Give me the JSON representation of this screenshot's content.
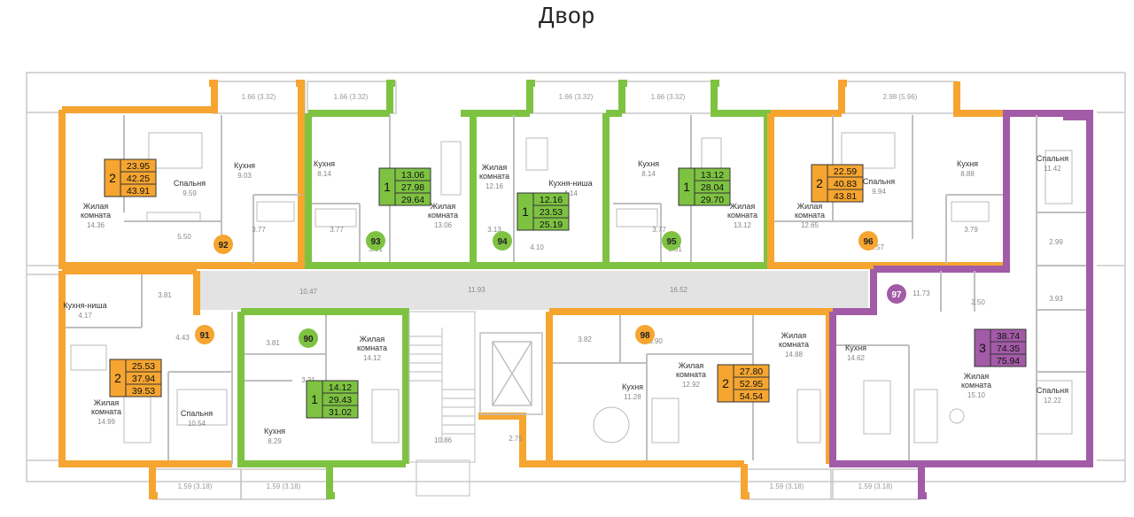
{
  "title": "Двор",
  "colors": {
    "orange": "#f5a530",
    "green": "#7ec242",
    "purple": "#a25ba6",
    "wall": "#bfbfbf",
    "corridor": "#e3e3e3"
  },
  "apartments": [
    {
      "id": "apt-92",
      "number": "92",
      "rooms": "2",
      "areas": [
        "23.95",
        "42.25",
        "43.91"
      ],
      "color": "orange"
    },
    {
      "id": "apt-93",
      "number": "93",
      "rooms": "1",
      "areas": [
        "13.06",
        "27.98",
        "29.64"
      ],
      "color": "green"
    },
    {
      "id": "apt-94",
      "number": "94",
      "rooms": "1",
      "areas": [
        "12.16",
        "23.53",
        "25.19"
      ],
      "color": "green"
    },
    {
      "id": "apt-95",
      "number": "95",
      "rooms": "1",
      "areas": [
        "13.12",
        "28.04",
        "29.70"
      ],
      "color": "green"
    },
    {
      "id": "apt-96",
      "number": "96",
      "rooms": "2",
      "areas": [
        "22.59",
        "40.83",
        "43.81"
      ],
      "color": "orange"
    },
    {
      "id": "apt-91",
      "number": "91",
      "rooms": "2",
      "areas": [
        "25.53",
        "37.94",
        "39.53"
      ],
      "color": "orange"
    },
    {
      "id": "apt-90",
      "number": "90",
      "rooms": "1",
      "areas": [
        "14.12",
        "29.43",
        "31.02"
      ],
      "color": "green"
    },
    {
      "id": "apt-98",
      "number": "98",
      "rooms": "2",
      "areas": [
        "27.80",
        "52.95",
        "54.54"
      ],
      "color": "orange"
    },
    {
      "id": "apt-97",
      "number": "97",
      "rooms": "3",
      "areas": [
        "38.74",
        "74.35",
        "75.94"
      ],
      "color": "purple"
    }
  ],
  "rooms": [
    {
      "name": "Спальня",
      "area": "9.59"
    },
    {
      "name": "Кухня",
      "area": "9.03"
    },
    {
      "name": "Жилая комната",
      "area": "14.36"
    },
    {
      "name": "",
      "area": "5.50"
    },
    {
      "name": "",
      "area": "3.77"
    },
    {
      "name": "Кухня",
      "area": "8.14"
    },
    {
      "name": "",
      "area": "3.77"
    },
    {
      "name": "Жилая комната",
      "area": "13.06"
    },
    {
      "name": "",
      "area": "3.01"
    },
    {
      "name": "Жилая комната",
      "area": "12.16"
    },
    {
      "name": "Кухня-ниша",
      "area": "4.14"
    },
    {
      "name": "",
      "area": "3.13"
    },
    {
      "name": "",
      "area": "4.10"
    },
    {
      "name": "Кухня",
      "area": "8.14"
    },
    {
      "name": "",
      "area": "3.77"
    },
    {
      "name": "Жилая комната",
      "area": "13.12"
    },
    {
      "name": "",
      "area": "3.01"
    },
    {
      "name": "Спальня",
      "area": "9.94"
    },
    {
      "name": "Кухня",
      "area": "8.88"
    },
    {
      "name": "Жилая комната",
      "area": "12.65"
    },
    {
      "name": "",
      "area": "5.57"
    },
    {
      "name": "",
      "area": "3.79"
    },
    {
      "name": "Спальня",
      "area": "11.42"
    },
    {
      "name": "",
      "area": "2.99"
    },
    {
      "name": "",
      "area": "3.93"
    },
    {
      "name": "",
      "area": "3.81"
    },
    {
      "name": "Кухня-ниша",
      "area": "4.17"
    },
    {
      "name": "",
      "area": "4.43"
    },
    {
      "name": "Жилая комната",
      "area": "14.99"
    },
    {
      "name": "Спальня",
      "area": "10.54"
    },
    {
      "name": "",
      "area": "3.81"
    },
    {
      "name": "",
      "area": "3.21"
    },
    {
      "name": "Жилая комната",
      "area": "14.12"
    },
    {
      "name": "Кухня",
      "area": "8.29"
    },
    {
      "name": "",
      "area": "10.86"
    },
    {
      "name": "",
      "area": "2.75"
    },
    {
      "name": "",
      "area": "3.82"
    },
    {
      "name": "",
      "area": "6.90"
    },
    {
      "name": "Кухня",
      "area": "11.28"
    },
    {
      "name": "Жилая комната",
      "area": "12.92"
    },
    {
      "name": "Жилая комната",
      "area": "14.88"
    },
    {
      "name": "Кухня",
      "area": "14.62"
    },
    {
      "name": "Жилая комната",
      "area": "15.10"
    },
    {
      "name": "",
      "area": "2.50"
    },
    {
      "name": "Спальня",
      "area": "12.22"
    }
  ],
  "corridors": [
    "10.47",
    "11.93",
    "16.52",
    "11.73"
  ],
  "balconies": [
    "1.66 (3.32)",
    "1.66 (3.32)",
    "1.66 (3.32)",
    "1.66 (3.32)",
    "2.98 (5.96)",
    "1.59 (3.18)",
    "1.59 (3.18)",
    "1.59 (3.18)",
    "1.59 (3.18)"
  ]
}
